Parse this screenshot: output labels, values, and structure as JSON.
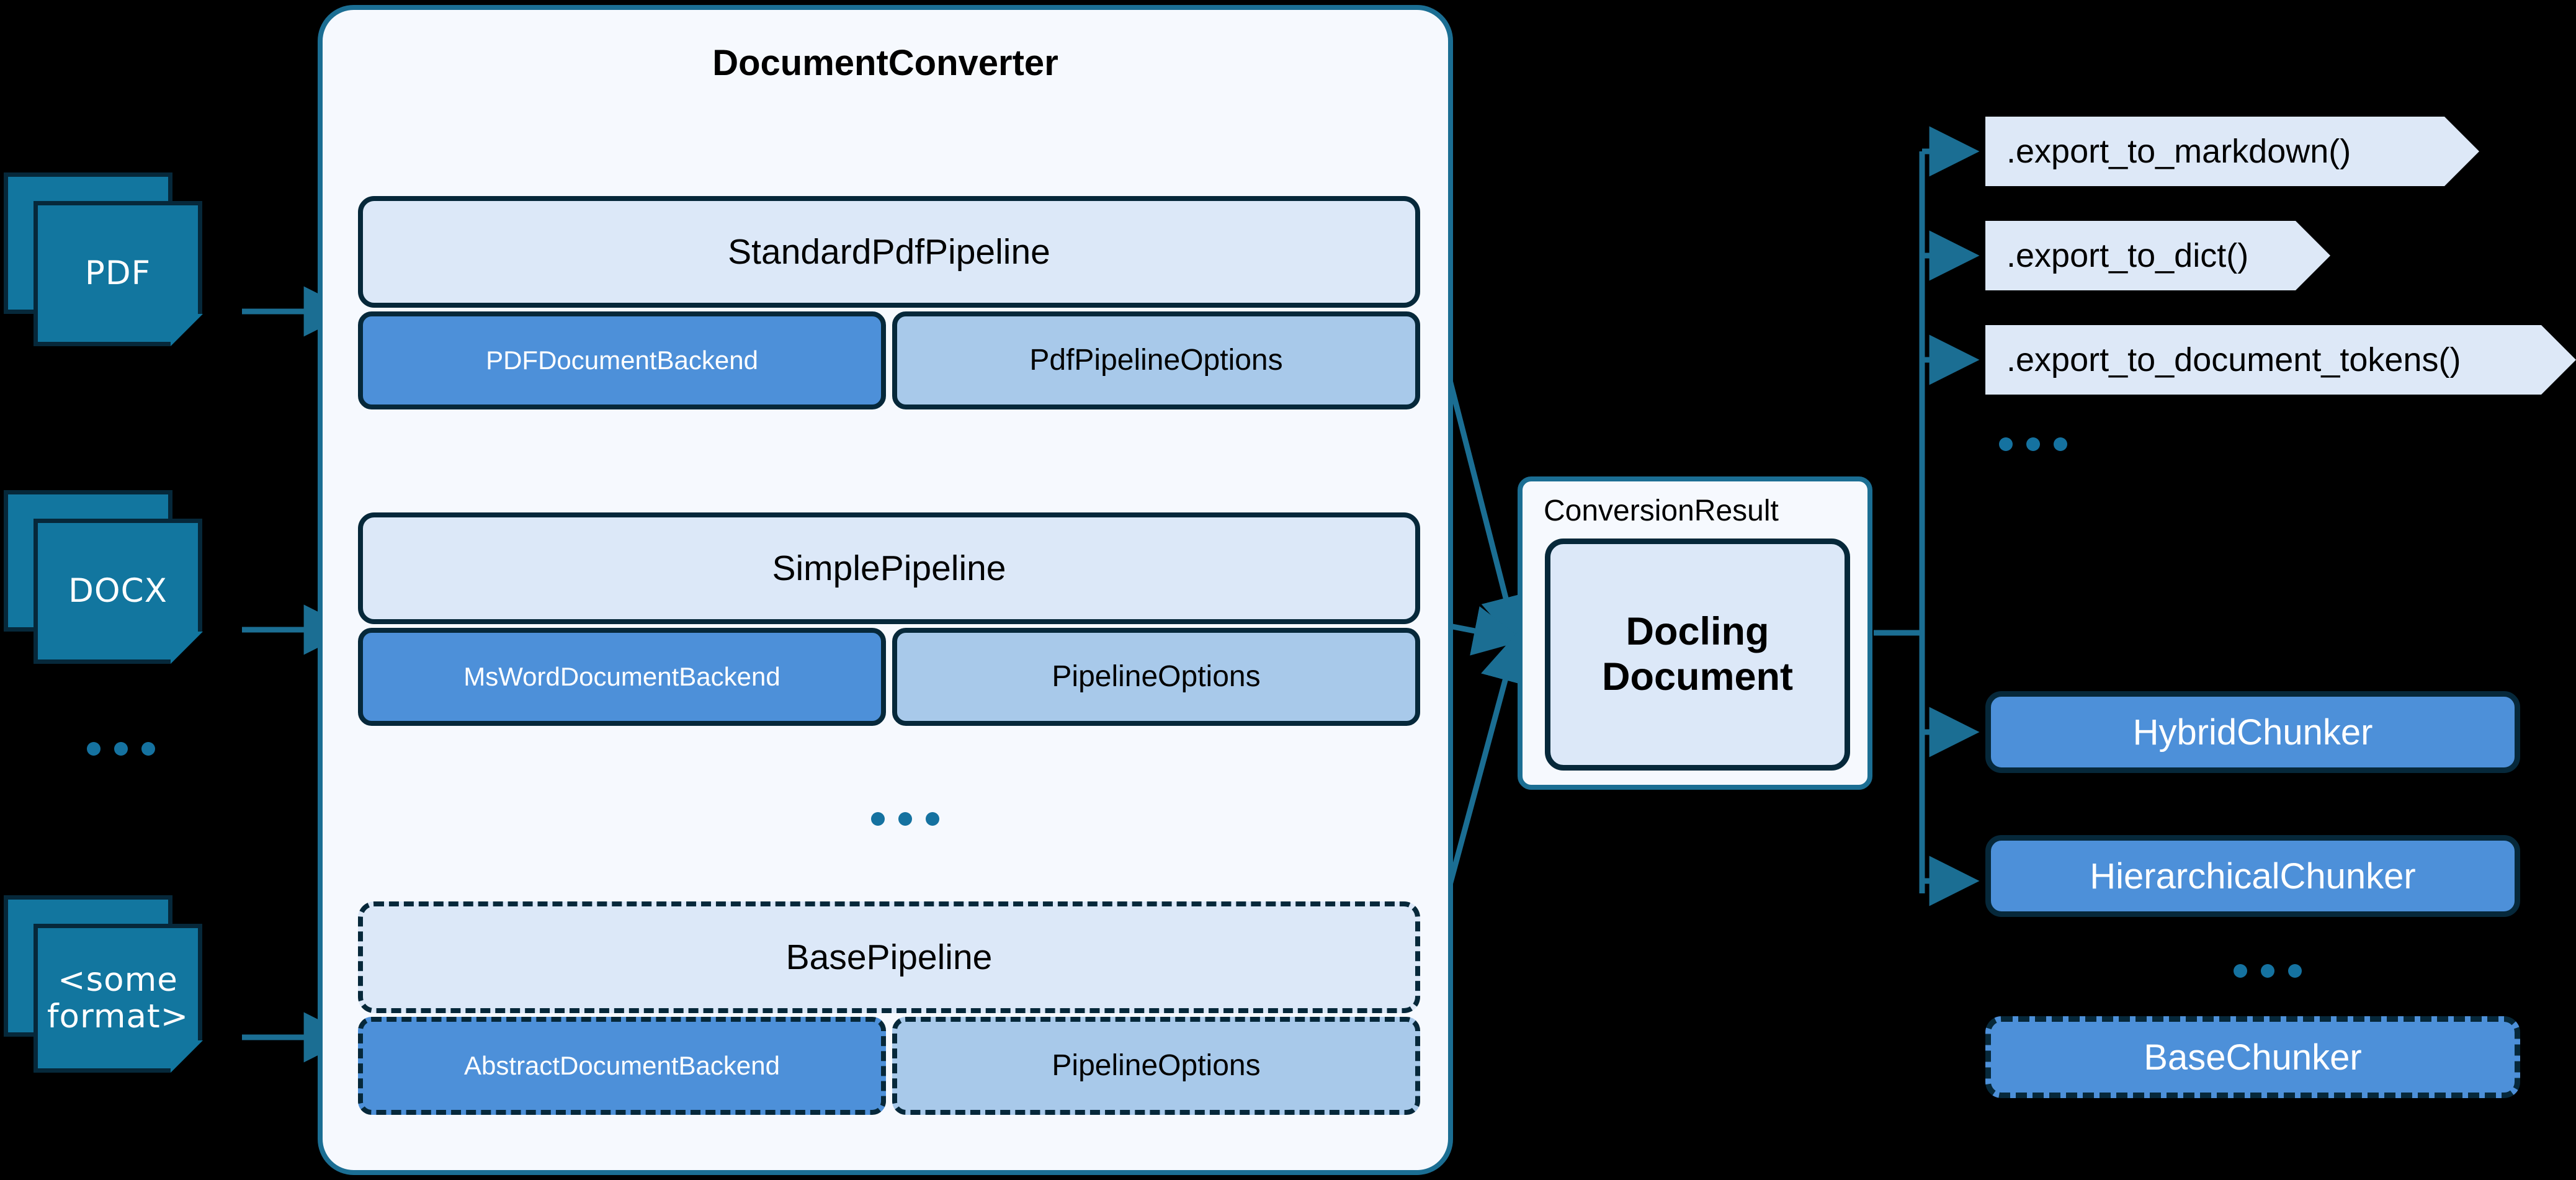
{
  "inputs": [
    {
      "label": "PDF",
      "name": "pdf-document-icon"
    },
    {
      "label": "DOCX",
      "name": "docx-document-icon"
    },
    {
      "label": "<some\nformat>",
      "label_line1": "<some",
      "label_line2": "format>",
      "name": "other-format-document-icon"
    }
  ],
  "inputs_ellipsis": "...",
  "converter": {
    "title": "DocumentConverter",
    "ellipsis": "...",
    "pipelines": [
      {
        "name": "standard-pdf-pipeline",
        "title": "StandardPdfPipeline",
        "backend": "PDFDocumentBackend",
        "options": "PdfPipelineOptions",
        "style": "solid"
      },
      {
        "name": "simple-pipeline",
        "title": "SimplePipeline",
        "backend": "MsWordDocumentBackend",
        "options": "PipelineOptions",
        "style": "solid"
      },
      {
        "name": "base-pipeline",
        "title": "BasePipeline",
        "backend": "AbstractDocumentBackend",
        "options": "PipelineOptions",
        "style": "dashed"
      }
    ]
  },
  "conversion_result": {
    "label": "ConversionResult",
    "document_line1": "Docling",
    "document_line2": "Document"
  },
  "exports": {
    "items": [
      {
        "label": ".export_to_markdown()",
        "name": "export-to-markdown-callout"
      },
      {
        "label": ".export_to_dict()",
        "name": "export-to-dict-callout"
      },
      {
        "label": ".export_to_document_tokens()",
        "name": "export-to-document-tokens-callout"
      }
    ],
    "ellipsis": "..."
  },
  "chunkers": {
    "items": [
      {
        "label": "HybridChunker",
        "name": "hybrid-chunker-box",
        "style": "solid"
      },
      {
        "label": "HierarchicalChunker",
        "name": "hierarchical-chunker-box",
        "style": "solid"
      },
      {
        "label": "BaseChunker",
        "name": "base-chunker-box",
        "style": "dashed"
      }
    ],
    "ellipsis": "..."
  },
  "colors": {
    "background": "#000000",
    "panel_bg": "#f6f9fe",
    "panel_border": "#1b6e93",
    "pipeline_header_bg": "#dce8f8",
    "backend_bg": "#4d90d9",
    "options_bg": "#a8c9ea",
    "box_border": "#06283a",
    "doc_icon_fill": "#12769f",
    "connector": "#1b6e93",
    "export_bg": "#dde8f7",
    "dots": "#1572a0"
  }
}
